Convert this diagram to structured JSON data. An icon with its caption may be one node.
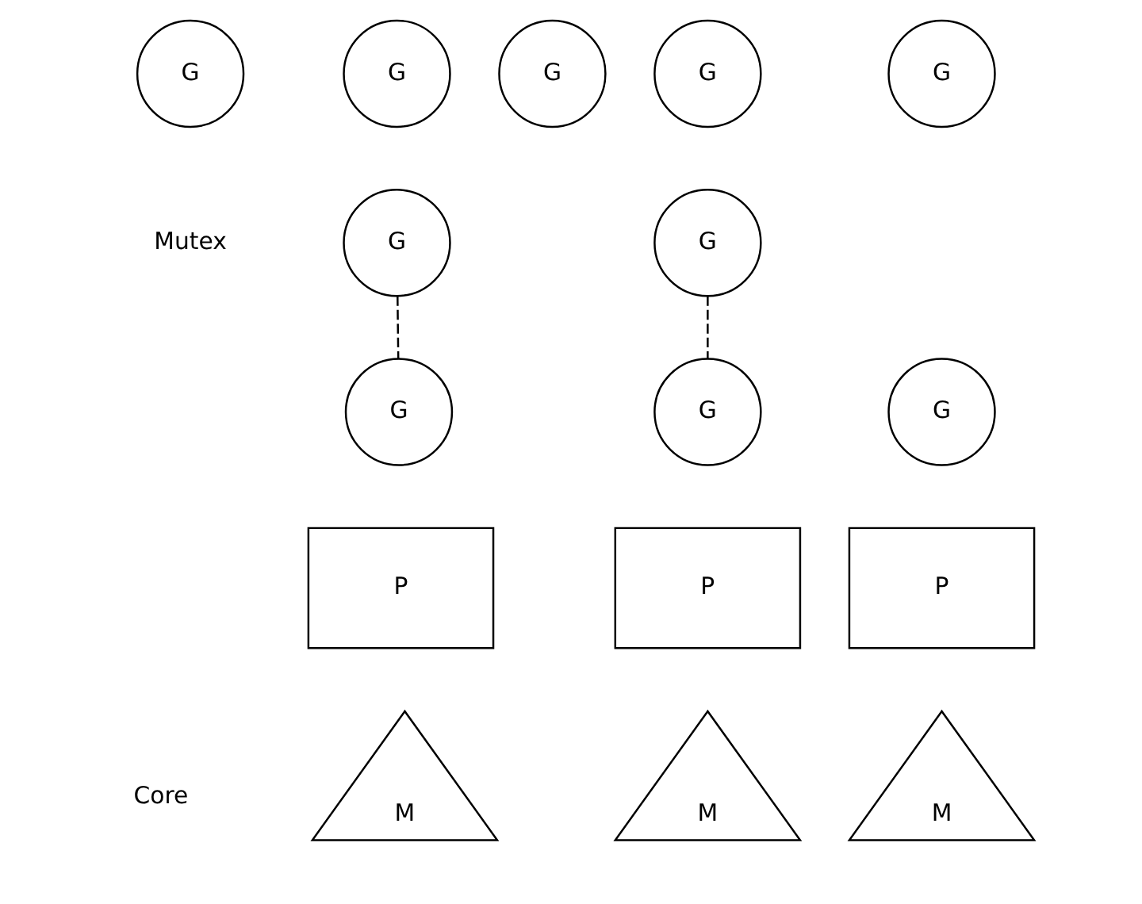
{
  "diagram": {
    "nodes": [
      {
        "text": [
          "G"
        ]
      },
      {
        "text": [
          "G"
        ]
      },
      {
        "text": [
          "G"
        ]
      },
      {
        "text": [
          "G"
        ]
      },
      {
        "text": [
          "G"
        ]
      },
      {
        "text": [
          "G"
        ]
      },
      {
        "text": [
          "G"
        ]
      },
      {
        "text": [
          "G"
        ]
      },
      {
        "text": [
          "G"
        ]
      },
      {
        "text": [
          "G"
        ]
      },
      {
        "text": [
          "P"
        ]
      },
      {
        "text": [
          "P"
        ]
      },
      {
        "text": [
          "P"
        ]
      },
      {
        "text": [
          "M"
        ]
      },
      {
        "text": [
          "M"
        ]
      },
      {
        "text": [
          "M"
        ]
      }
    ],
    "edges": [
      {
        "from": 5,
        "to": 7,
        "arrow": "none",
        "style": "dashed"
      },
      {
        "from": 6,
        "to": 8,
        "arrow": "none",
        "style": "dashed"
      }
    ],
    "labels": [
      "Mutex",
      "Core"
    ]
  }
}
